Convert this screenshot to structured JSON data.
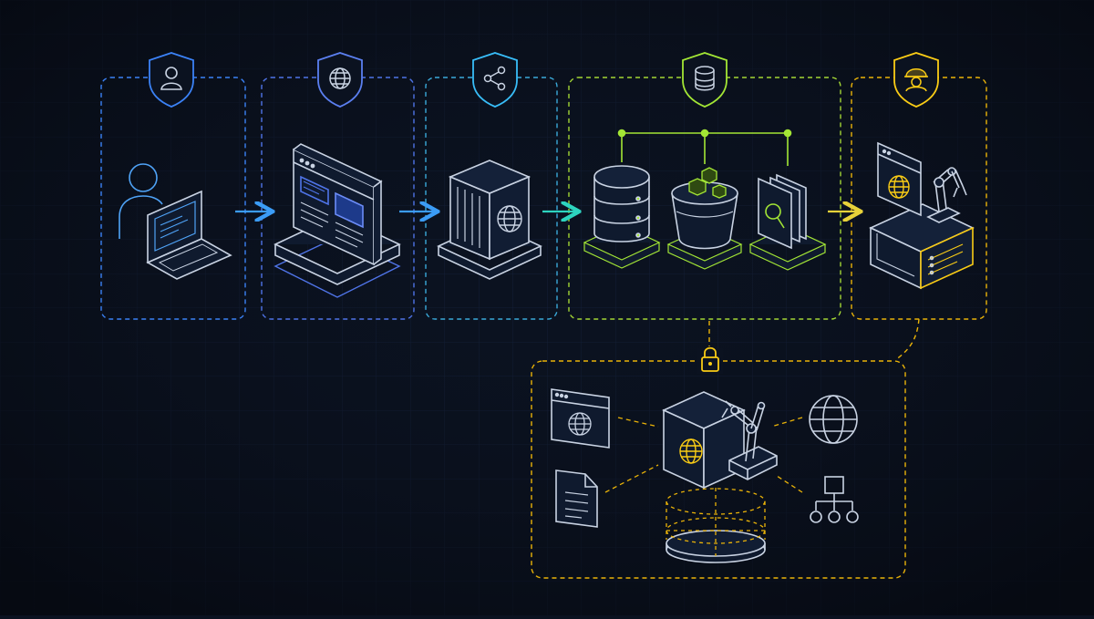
{
  "title": "",
  "colors": {
    "background": "#0b1220",
    "grid": "#16223a",
    "stroke": "#c9d3e3",
    "blue": "#3b82f6",
    "sky": "#38bdf8",
    "cyan": "#2dd4bf",
    "green": "#a3e635",
    "yellow": "#facc15",
    "amber": "#fbbf24"
  },
  "stages": [
    {
      "id": "user",
      "shield_icon": "user-icon",
      "color": "#3b82f6",
      "illustration": "user-with-laptop"
    },
    {
      "id": "web-app",
      "shield_icon": "globe-icon",
      "color": "#3b82f6",
      "illustration": "browser-window-panel"
    },
    {
      "id": "api-gateway",
      "shield_icon": "share-nodes-icon",
      "color": "#38bdf8",
      "illustration": "server-cube-globe"
    },
    {
      "id": "data-layer",
      "shield_icon": "database-icon",
      "color": "#a3e635",
      "illustration": "database-bucket-search-files"
    },
    {
      "id": "automation",
      "shield_icon": "worker-helmet-icon",
      "color": "#facc15",
      "illustration": "robot-arm-console"
    }
  ],
  "secure_zone": {
    "lock_icon": "padlock-icon",
    "color": "#facc15",
    "items": [
      "browser-globe-icon",
      "document-icon",
      "robot-arm-cube",
      "globe-icon",
      "hierarchy-icon",
      "platform-disc"
    ]
  }
}
